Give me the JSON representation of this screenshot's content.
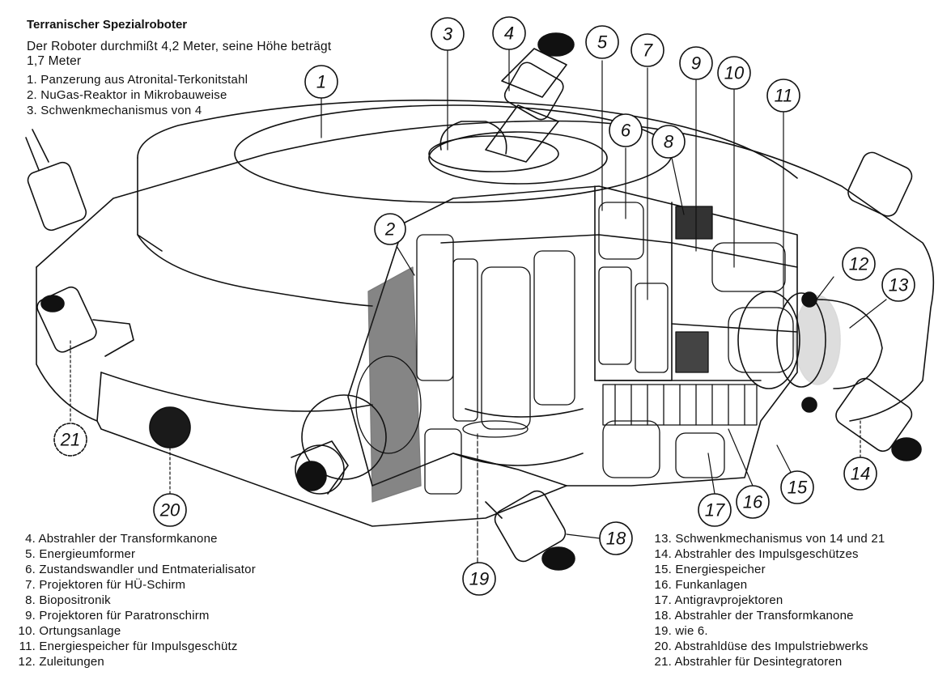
{
  "header": {
    "title": "Terranischer Spezialroboter",
    "intro": "Der Roboter durchmißt 4,2 Meter, seine Höhe beträgt 1,7 Meter"
  },
  "legend": {
    "top": [
      {
        "num": "1.",
        "text": "Panzerung aus Atronital-Terkonitstahl"
      },
      {
        "num": "2.",
        "text": "NuGas-Reaktor in Mikrobauweise"
      },
      {
        "num": "3.",
        "text": "Schwenkmechanismus von 4"
      }
    ],
    "left": [
      {
        "num": "4.",
        "text": "Abstrahler der Transformkanone"
      },
      {
        "num": "5.",
        "text": "Energieumformer"
      },
      {
        "num": "6.",
        "text": "Zustandswandler und Entmaterialisator"
      },
      {
        "num": "7.",
        "text": "Projektoren für HÜ-Schirm"
      },
      {
        "num": "8.",
        "text": "Biopositronik"
      },
      {
        "num": "9.",
        "text": "Projektoren für Paratronschirm"
      },
      {
        "num": "10.",
        "text": "Ortungsanlage"
      },
      {
        "num": "11.",
        "text": "Energiespeicher für Impulsgeschütz"
      },
      {
        "num": "12.",
        "text": "Zuleitungen"
      }
    ],
    "right": [
      {
        "num": "13.",
        "text": "Schwenkmechanismus von 14 und 21"
      },
      {
        "num": "14.",
        "text": "Abstrahler des Impulsgeschützes"
      },
      {
        "num": "15.",
        "text": "Energiespeicher"
      },
      {
        "num": "16.",
        "text": "Funkanlagen"
      },
      {
        "num": "17.",
        "text": "Antigravprojektoren"
      },
      {
        "num": "18.",
        "text": "Abstrahler der Transformkanone"
      },
      {
        "num": "19.",
        "text": "wie 6."
      },
      {
        "num": "20.",
        "text": "Abstrahldüse des Impulstriebwerks"
      },
      {
        "num": "21.",
        "text": "Abstrahler für Desintegratoren"
      }
    ]
  },
  "callouts": [
    "1",
    "2",
    "3",
    "4",
    "5",
    "6",
    "7",
    "8",
    "9",
    "10",
    "11",
    "12",
    "13",
    "14",
    "15",
    "16",
    "17",
    "18",
    "19",
    "20",
    "21"
  ]
}
